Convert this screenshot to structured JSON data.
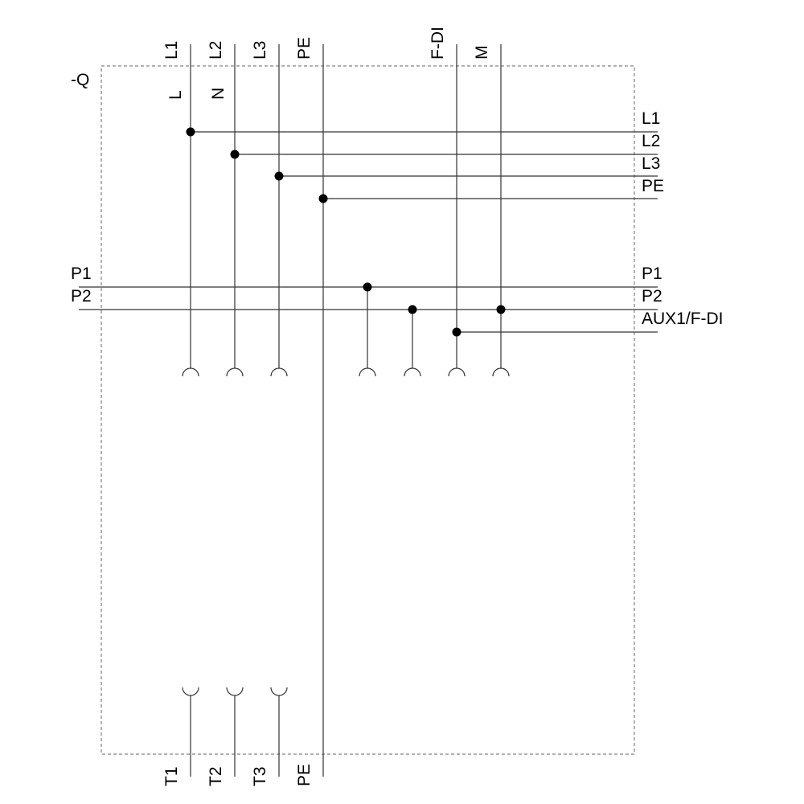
{
  "device_label": "-Q",
  "top_terminals": [
    "L1",
    "L2",
    "L3",
    "PE",
    "F-DI",
    "M"
  ],
  "inner_labels": [
    "L",
    "N"
  ],
  "bottom_terminals": [
    "T1",
    "T2",
    "T3",
    "PE"
  ],
  "right_labels": [
    "L1",
    "L2",
    "L3",
    "PE",
    "P1",
    "P2",
    "AUX1/F-DI"
  ],
  "left_labels": [
    "P1",
    "P2"
  ]
}
